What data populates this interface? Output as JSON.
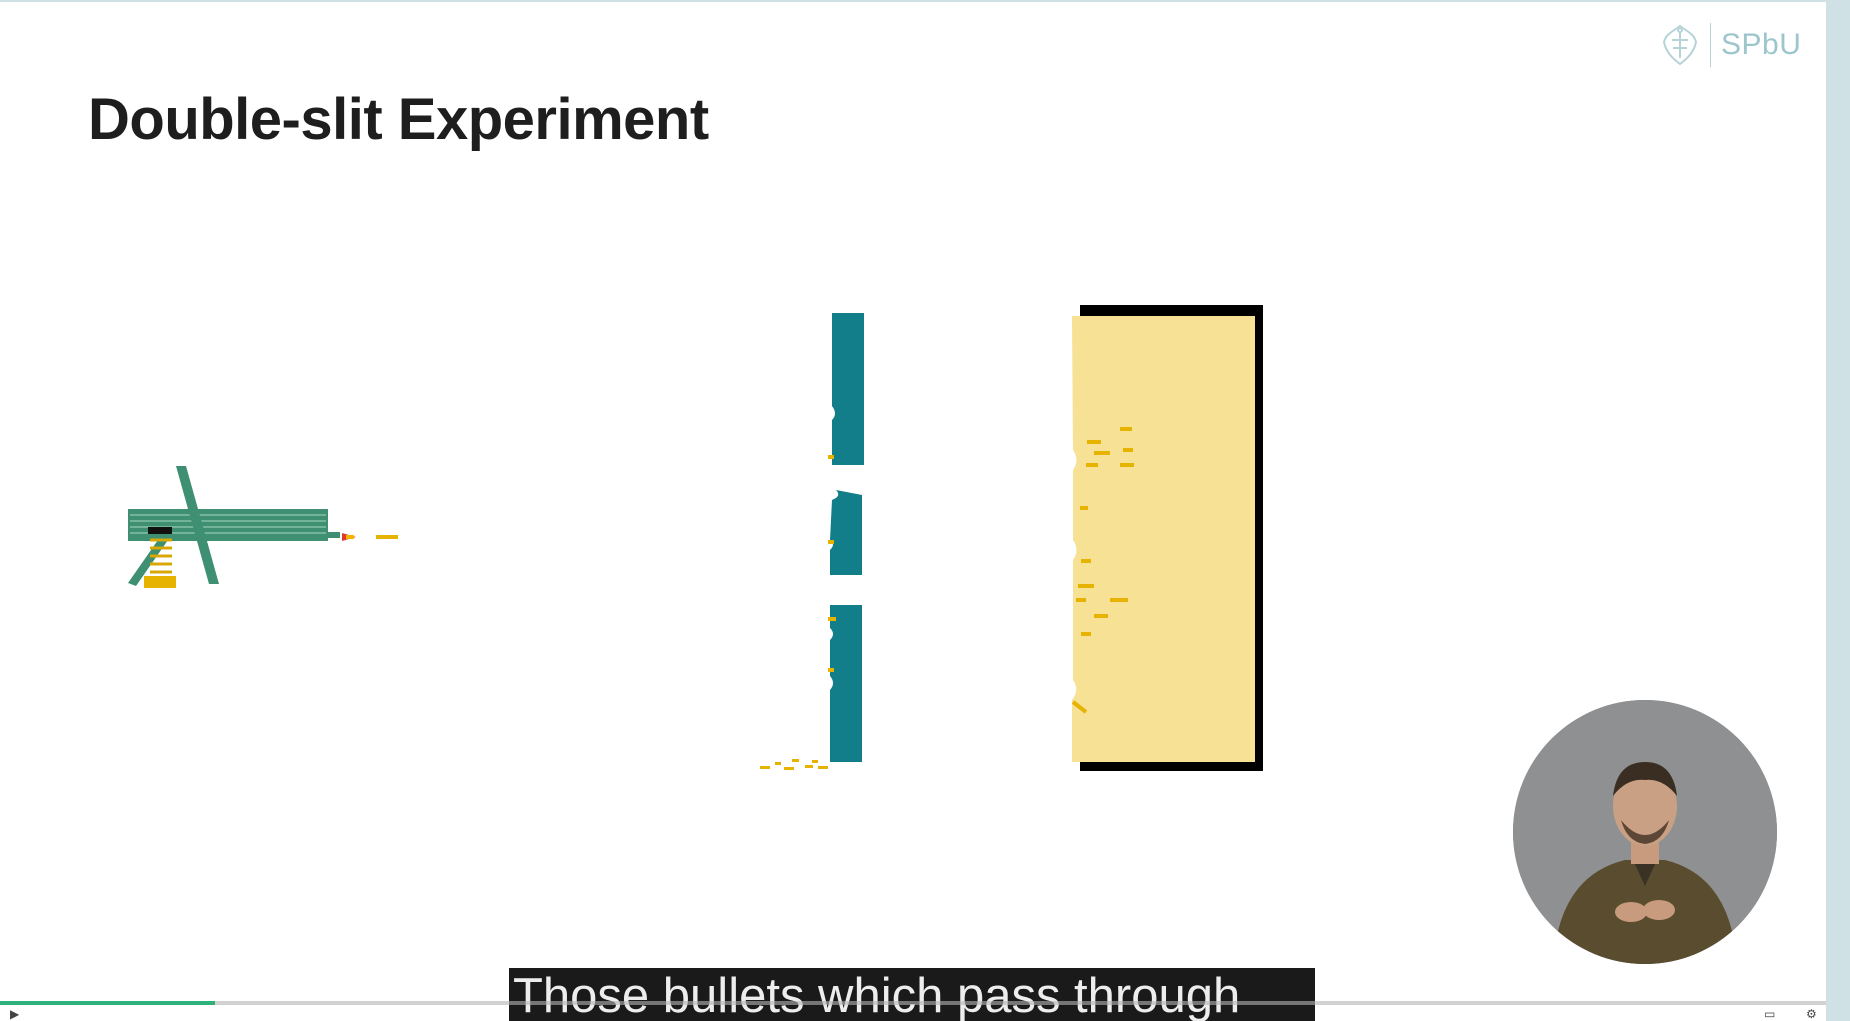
{
  "slide": {
    "title": "Double-slit Experiment",
    "logo_text": "SPbU"
  },
  "caption": {
    "text": "Those bullets which pass through"
  },
  "player": {
    "progress": 0.118,
    "accent_color": "#2fb27a"
  },
  "colors": {
    "gun": "#3f8f73",
    "wall": "#127e8a",
    "backstop": "#f6e194",
    "bullet": "#e6b400",
    "frame": "#000000"
  },
  "icons": {
    "play": "play-icon",
    "settings": "gear-icon",
    "captions": "captions-icon"
  }
}
